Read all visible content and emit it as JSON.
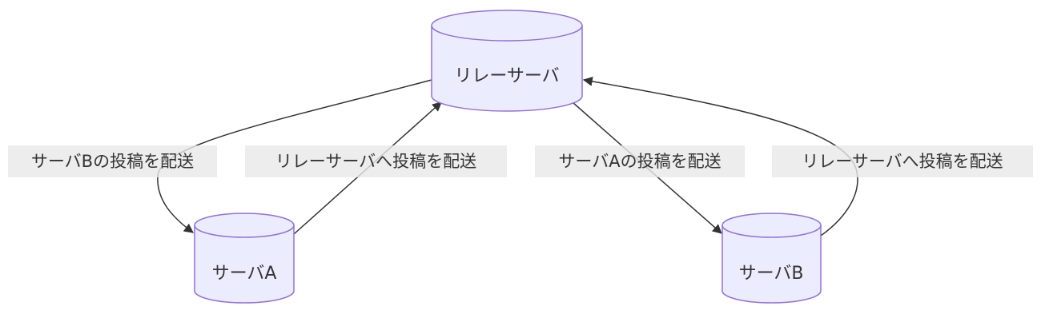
{
  "nodes": {
    "relay": {
      "label": "リレーサーバ"
    },
    "server_a": {
      "label": "サーバA"
    },
    "server_b": {
      "label": "サーバB"
    }
  },
  "edges": [
    {
      "from": "リレーサーバ",
      "to": "サーバA",
      "label": "サーバBの投稿を配送"
    },
    {
      "from": "サーバA",
      "to": "リレーサーバ",
      "label": "リレーサーバへ投稿を配送"
    },
    {
      "from": "リレーサーバ",
      "to": "サーバB",
      "label": "サーバAの投稿を配送"
    },
    {
      "from": "サーバB",
      "to": "リレーサーバ",
      "label": "リレーサーバへ投稿を配送"
    }
  ],
  "colors": {
    "node_fill": "#ECECFF",
    "node_stroke": "#9370DB",
    "edge": "#333333",
    "label_bg": "#E8E8E8"
  }
}
